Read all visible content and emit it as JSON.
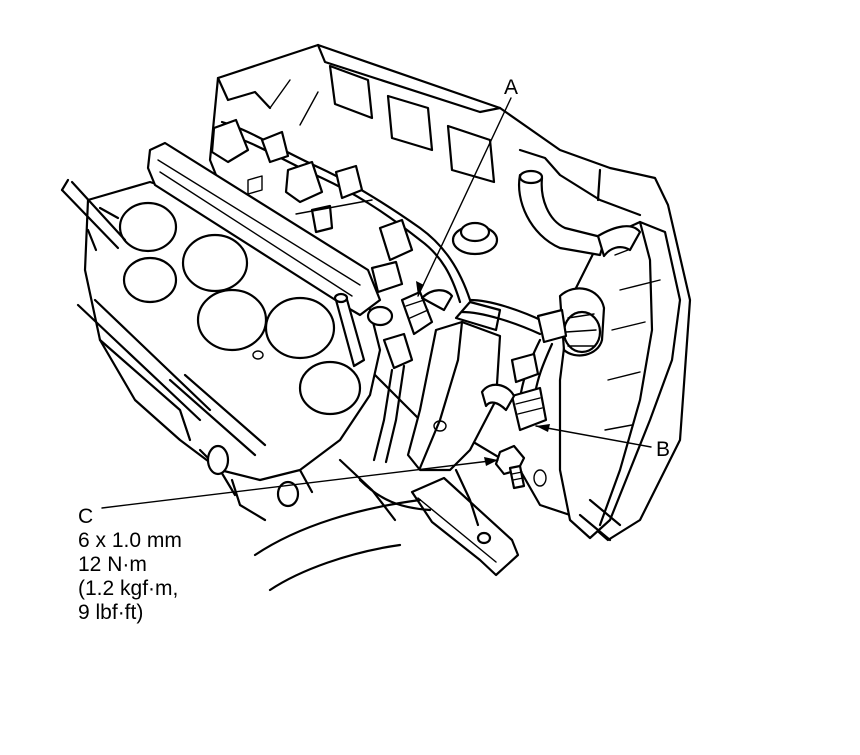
{
  "callouts": {
    "a": {
      "letter": "A"
    },
    "b": {
      "letter": "B"
    },
    "c": {
      "letter": "C",
      "lines": [
        "6 x 1.0 mm",
        "12 N·m",
        "(1.2 kgf·m,",
        "9 lbf·ft)"
      ]
    }
  },
  "colors": {
    "line": "#000000",
    "background": "#ffffff"
  }
}
